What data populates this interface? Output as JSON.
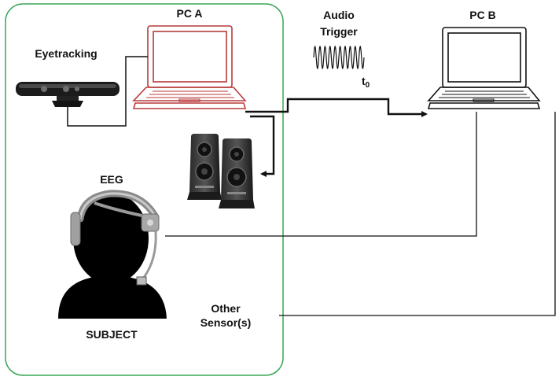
{
  "labels": {
    "pc_a": "PC A",
    "pc_b": "PC B",
    "eyetracking": "Eyetracking",
    "audio": "Audio",
    "trigger": "Trigger",
    "t_base": "t",
    "t_sub": "0",
    "eeg": "EEG",
    "subject": "SUBJECT",
    "other": "Other",
    "sensors": "Sensor(s)"
  },
  "colors": {
    "boundary": "#3aa657",
    "pc_a": "#b83a3a",
    "wire": "#111111"
  },
  "icons": {
    "pc_a": "laptop-icon",
    "pc_b": "laptop-icon",
    "eyetracker": "eyetracker-device-icon",
    "speakers": "speaker-icon",
    "subject": "person-silhouette-icon",
    "eeg": "eeg-headset-icon",
    "audio_signal": "sine-wave-icon"
  }
}
